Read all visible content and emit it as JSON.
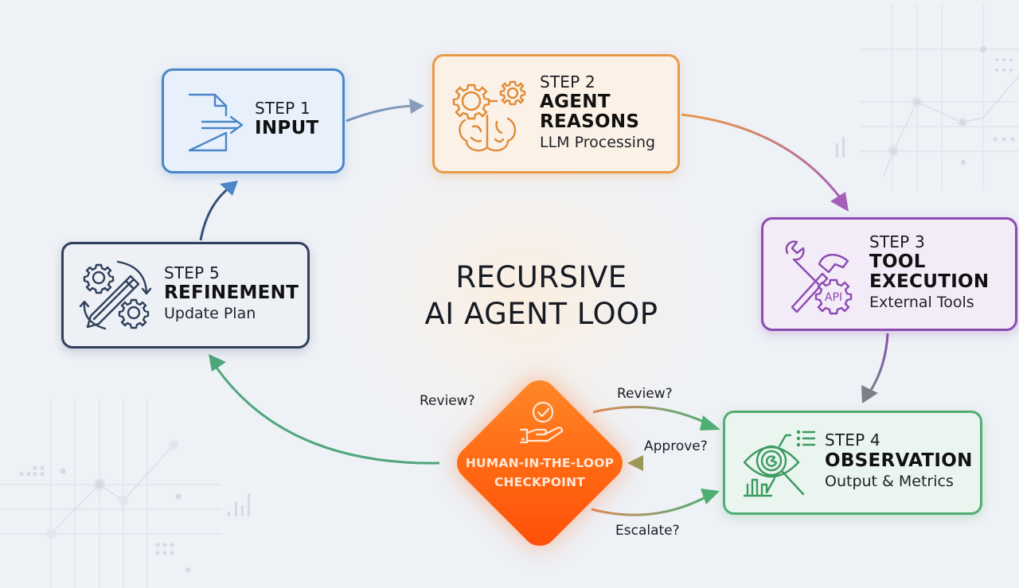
{
  "title": {
    "line1": "RECURSIVE",
    "line2": "AI AGENT LOOP"
  },
  "steps": [
    {
      "number": "STEP 1",
      "title_lines": [
        "INPUT"
      ],
      "subtitle": "",
      "icon": "document-input-icon",
      "color": "#4a86c8"
    },
    {
      "number": "STEP 2",
      "title_lines": [
        "AGENT",
        "REASONS"
      ],
      "subtitle": "LLM Processing",
      "icon": "brain-gears-icon",
      "color": "#e89a4a"
    },
    {
      "number": "STEP 3",
      "title_lines": [
        "TOOL",
        "EXECUTION"
      ],
      "subtitle": "External Tools",
      "icon": "tools-api-icon",
      "color": "#8b4bb0"
    },
    {
      "number": "STEP 4",
      "title_lines": [
        "OBSERVATION"
      ],
      "subtitle": "Output & Metrics",
      "icon": "eye-magnifier-icon",
      "color": "#4fae72"
    },
    {
      "number": "STEP 5",
      "title_lines": [
        "REFINEMENT"
      ],
      "subtitle": "Update Plan",
      "icon": "pencil-gears-cycle-icon",
      "color": "#2f3f5c"
    }
  ],
  "checkpoint": {
    "line1": "HUMAN-IN-THE-LOOP",
    "line2": "CHECKPOINT",
    "icon": "hand-checkmark-icon",
    "color": "#ff6a14"
  },
  "edge_labels": {
    "review_left": "Review?",
    "review_right": "Review?",
    "approve": "Approve?",
    "escalate": "Escalate?"
  }
}
